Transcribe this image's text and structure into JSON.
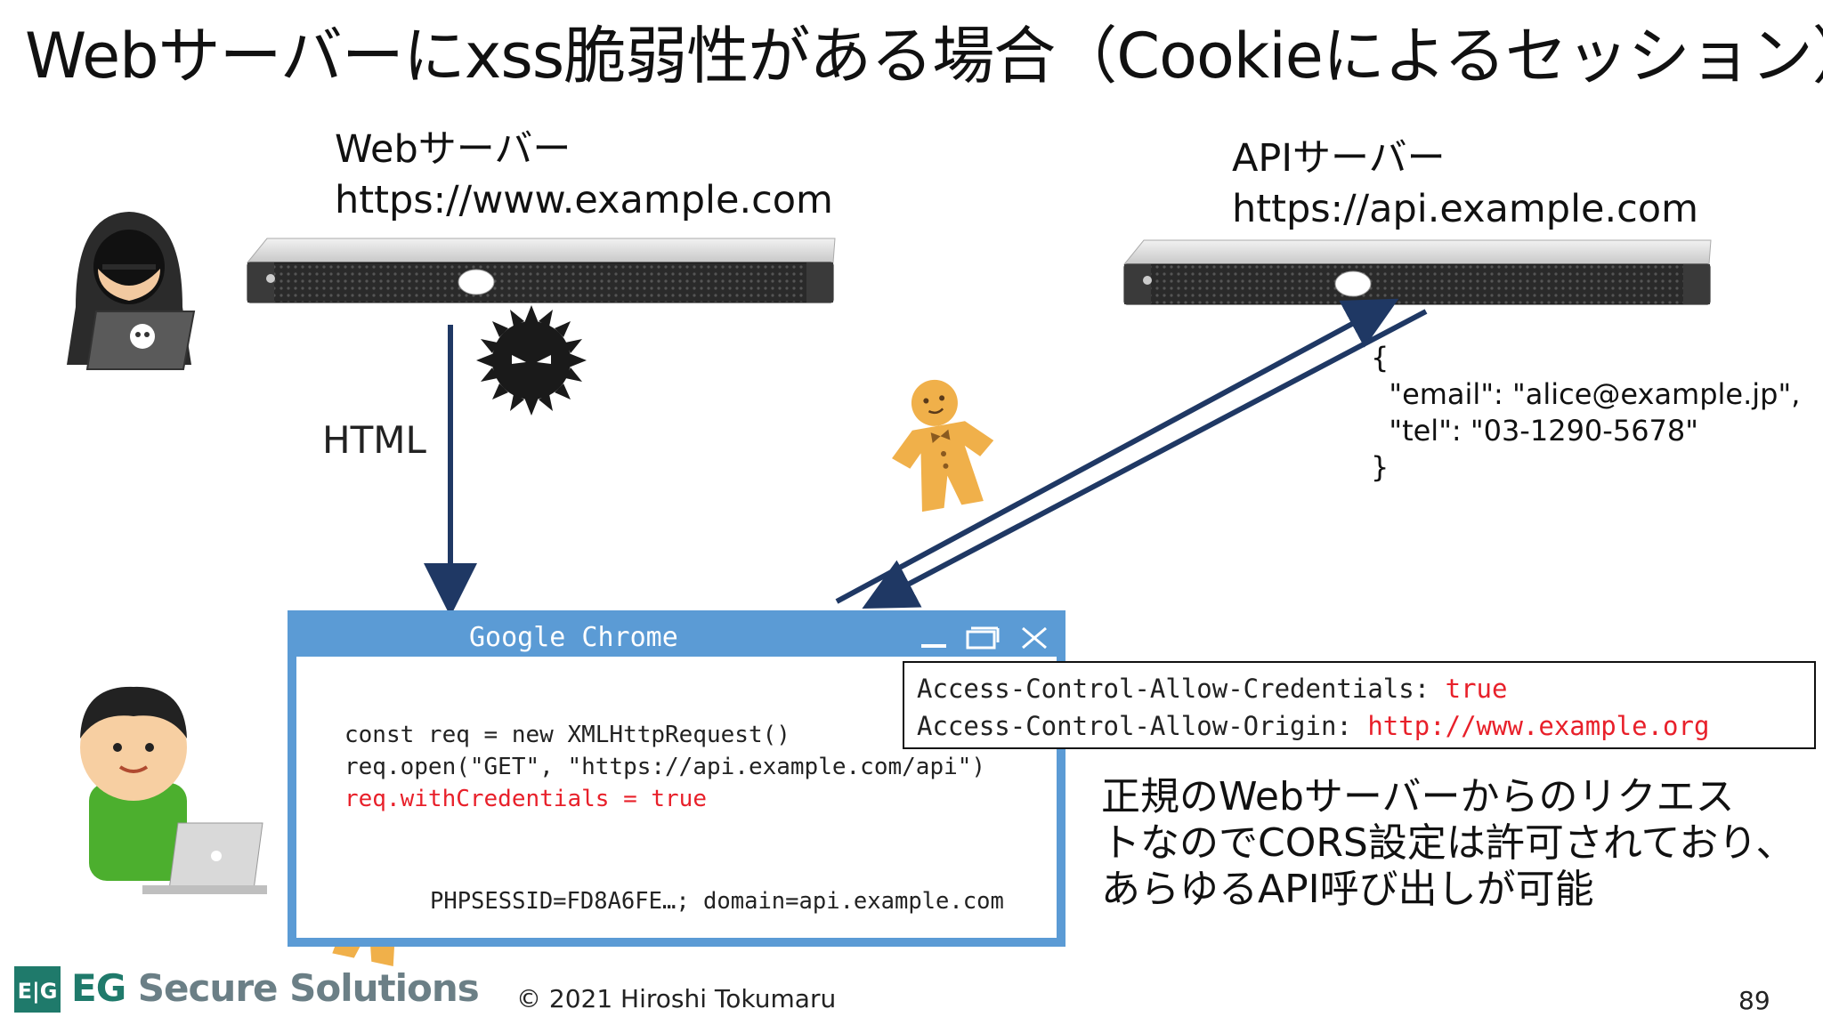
{
  "slide": {
    "title": "Webサーバーにxss脆弱性がある場合（Cookieによるセッション）",
    "page_number": "89",
    "copyright": "© 2021 Hiroshi Tokumaru",
    "logo": {
      "mark": "E|G",
      "text_eg": "EG",
      "text_rest": " Secure Solutions"
    }
  },
  "web_server": {
    "name": "Webサーバー",
    "url": "https://www.example.com"
  },
  "api_server": {
    "name": "APIサーバー",
    "url": "https://api.example.com"
  },
  "arrow_label": "HTML",
  "json_response": {
    "open": "{",
    "line1": "  \"email\": \"alice@example.jp\",",
    "line2": "  \"tel\": \"03-1290-5678\"",
    "close": "}"
  },
  "browser": {
    "title": "Google Chrome",
    "code_line1": "const req = new XMLHttpRequest()",
    "code_line2": "req.open(\"GET\", \"https://api.example.com/api\")",
    "code_line3": "req.withCredentials = true",
    "cookie": "PHPSESSID=FD8A6FE…; domain=api.example.com"
  },
  "cors_header": {
    "line1_key": "Access-Control-Allow-Credentials: ",
    "line1_value": "true",
    "line2_key": "Access-Control-Allow-Origin: ",
    "line2_value": "http://www.example.org"
  },
  "note": {
    "line1": "正規のWebサーバーからのリクエス",
    "line2": "トなのでCORS設定は許可されており、",
    "line3": "あらゆるAPI呼び出しが可能"
  },
  "colors": {
    "browser_frame": "#5b9bd5",
    "arrow": "#1f3864",
    "highlight_red": "#e8202a",
    "cookie": "#f0b04a"
  }
}
